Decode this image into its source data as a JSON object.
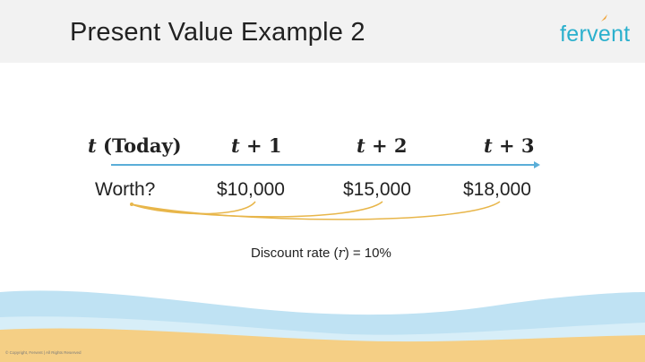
{
  "slide": {
    "title": "Present Value Example 2",
    "brand": "fervent",
    "copyright": "© Copyright, Fervent | All Rights Reserved"
  },
  "timeline": {
    "periods": [
      {
        "var": "t",
        "suffix": " (Today)"
      },
      {
        "var": "t",
        "suffix": " + 1"
      },
      {
        "var": "t",
        "suffix": " + 2"
      },
      {
        "var": "t",
        "suffix": " + 3"
      }
    ],
    "today_value": "Worth?",
    "amounts": [
      "$10,000",
      "$15,000",
      "$18,000"
    ]
  },
  "discount": {
    "prefix": "Discount rate (",
    "symbol": "r",
    "suffix": ") = 10%"
  },
  "colors": {
    "accent": "#2bb0cd",
    "arrow": "#5aaed8",
    "arc": "#e8b64a",
    "sand": "#f5cf85",
    "water": "#bfe2f3"
  }
}
